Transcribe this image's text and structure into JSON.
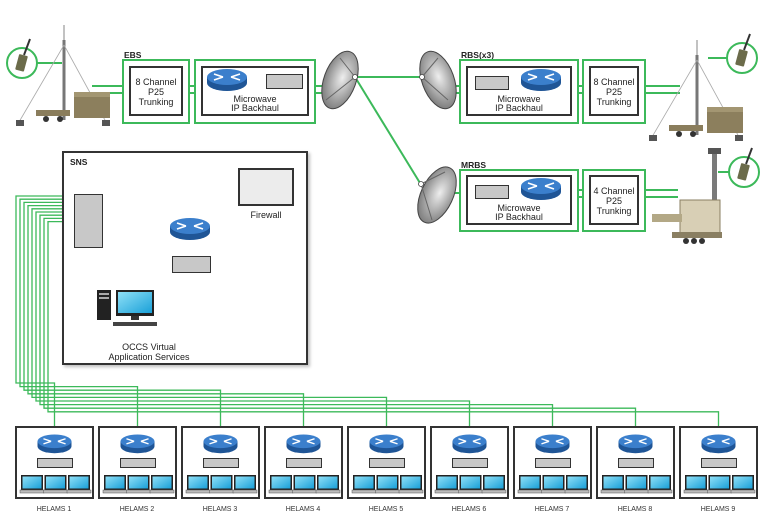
{
  "diagram": {
    "colors": {
      "link": "#3cb95a",
      "box_border": "#333333",
      "router": "#2f6fb8",
      "device_fill": "#c8c8c8",
      "screen": "#4fc3e8"
    },
    "ebs": {
      "title": "EBS",
      "trunking_label_1": "8 Channel",
      "trunking_label_2": "P25",
      "trunking_label_3": "Trunking",
      "backhaul_label_1": "Microwave",
      "backhaul_label_2": "IP Backhaul"
    },
    "rbs": {
      "title": "RBS(x3)",
      "trunking_label_1": "8 Channel",
      "trunking_label_2": "P25",
      "trunking_label_3": "Trunking",
      "backhaul_label_1": "Microwave",
      "backhaul_label_2": "IP Backhaul"
    },
    "mrbs": {
      "title": "MRBS",
      "trunking_label_1": "4 Channel",
      "trunking_label_2": "P25",
      "trunking_label_3": "Trunking",
      "backhaul_label_1": "Microwave",
      "backhaul_label_2": "IP Backhaul"
    },
    "sns": {
      "title": "SNS",
      "firewall_label": "Firewall",
      "occs_label_1": "OCCS Virtual",
      "occs_label_2": "Application Services"
    },
    "helams": [
      {
        "label": "HELAMS 1"
      },
      {
        "label": "HELAMS 2"
      },
      {
        "label": "HELAMS 3"
      },
      {
        "label": "HELAMS 4"
      },
      {
        "label": "HELAMS 5"
      },
      {
        "label": "HELAMS 6"
      },
      {
        "label": "HELAMS 7"
      },
      {
        "label": "HELAMS 8"
      },
      {
        "label": "HELAMS 9"
      }
    ]
  }
}
